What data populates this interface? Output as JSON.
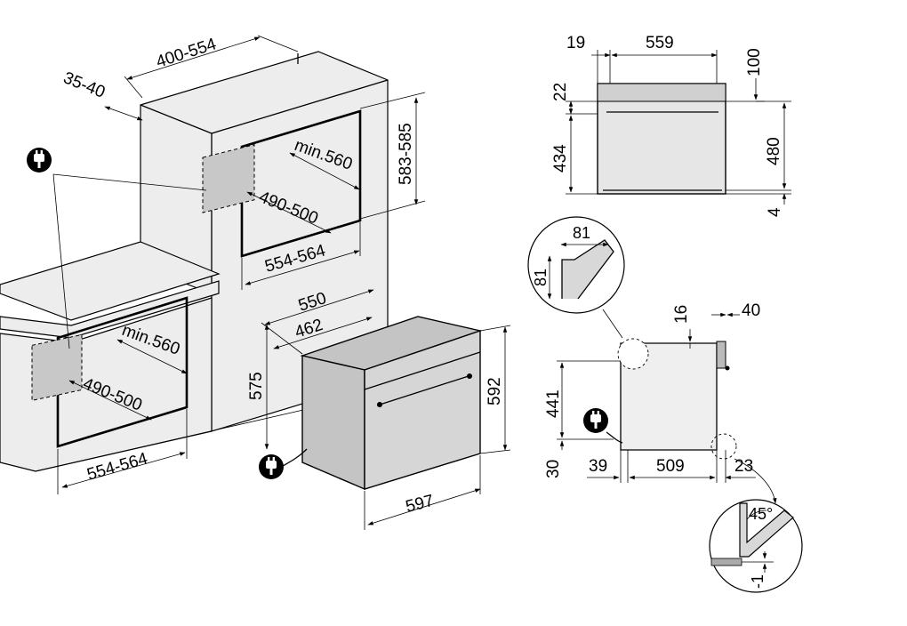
{
  "dimensions": {
    "cabinet_depth": "400-554",
    "rear_gap": "35-40",
    "upper_niche_depth": "min.560",
    "upper_niche_height": "583-585",
    "upper_niche_inner_width": "490-500",
    "upper_niche_width": "554-564",
    "lower_niche_depth": "min.560",
    "lower_niche_inner_width": "490-500",
    "lower_niche_width": "554-564",
    "oven_depth_total": "550",
    "oven_depth_body": "462",
    "oven_body_height": "575",
    "oven_front_height": "592",
    "oven_front_width": "597",
    "front_side": "19",
    "front_width": "559",
    "front_top_offset": "100",
    "front_handle_offset": "22",
    "front_body_height": "434",
    "front_niche_height": "480",
    "front_bottom": "4",
    "detail_top_w": "81",
    "detail_top_h": "81",
    "side_top_gap": "16",
    "side_door": "40",
    "side_height": "441",
    "side_base": "30",
    "side_rear": "39",
    "side_depth": "509",
    "side_front": "23",
    "detail_angle": "45°",
    "detail_offset": "-1"
  },
  "icons": {
    "plug": "power-plug-icon"
  }
}
